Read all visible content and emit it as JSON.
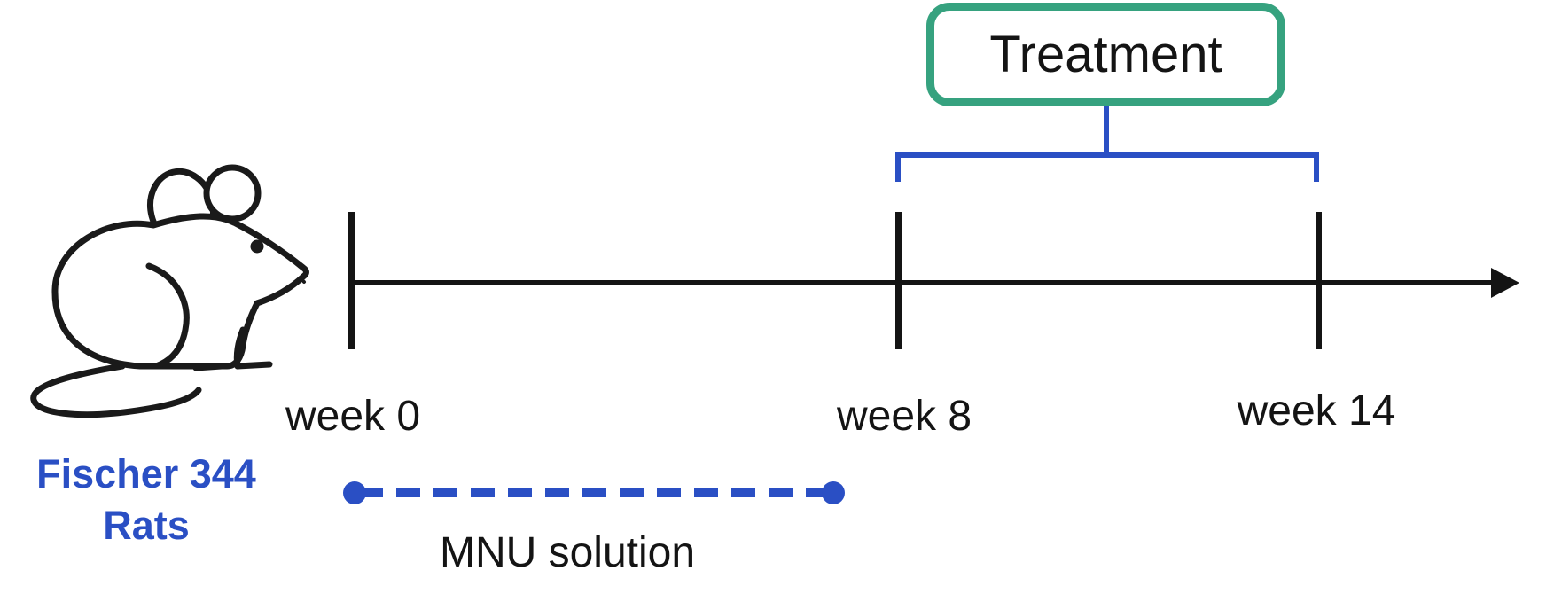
{
  "diagram": {
    "subject": {
      "name_line1": "Fischer 344",
      "name_line2": "Rats",
      "icon": "rat-illustration"
    },
    "treatment": {
      "label": "Treatment",
      "span_from": "week 8",
      "span_to": "week 14"
    },
    "timeline": {
      "ticks": [
        "week 0",
        "week 8",
        "week 14"
      ]
    },
    "mnu": {
      "label": "MNU solution",
      "span_from": "week 0",
      "span_to": "week 8"
    },
    "colors": {
      "accent_blue": "#2a4fc4",
      "accent_green": "#36a27f",
      "line_black": "#141414"
    }
  }
}
